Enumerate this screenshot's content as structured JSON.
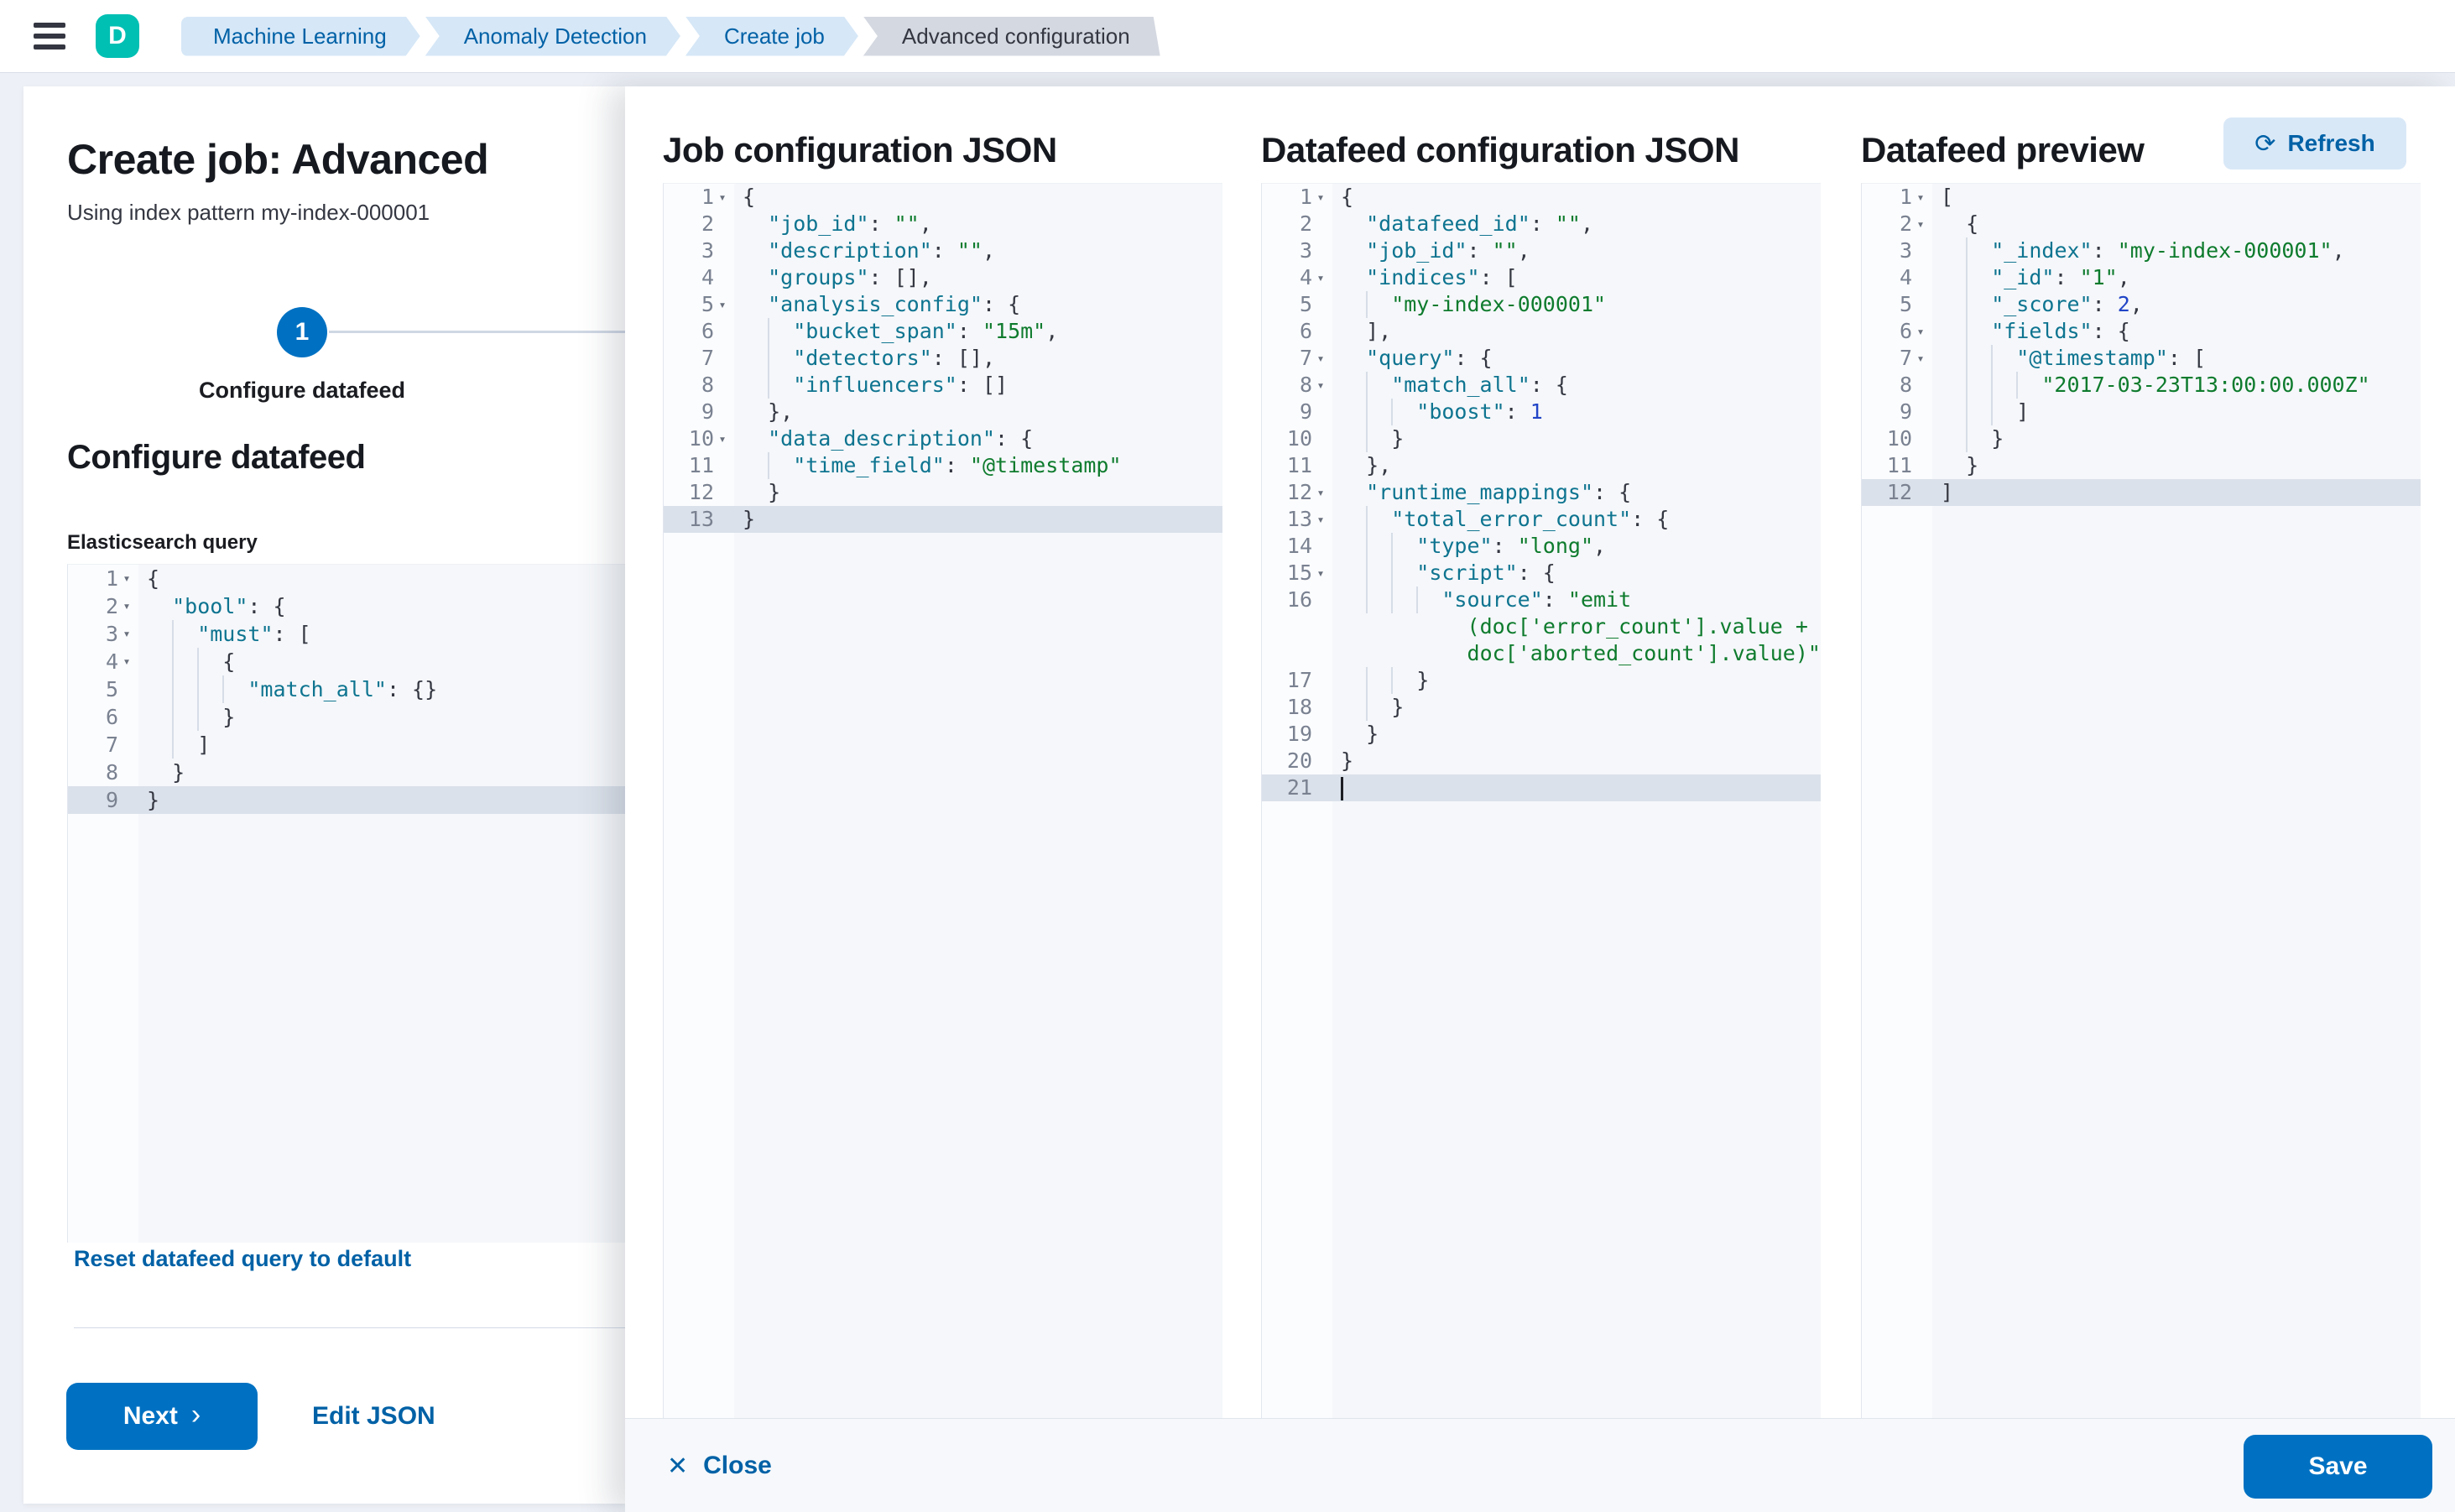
{
  "topbar": {
    "avatar_initial": "D",
    "breadcrumbs": [
      {
        "label": "Machine Learning"
      },
      {
        "label": "Anomaly Detection"
      },
      {
        "label": "Create job"
      },
      {
        "label": "Advanced configuration"
      }
    ]
  },
  "left_panel": {
    "title": "Create job: Advanced",
    "subtitle": "Using index pattern my-index-000001",
    "step": {
      "number": "1",
      "label": "Configure datafeed"
    },
    "section_heading": "Configure datafeed",
    "query_label": "Elasticsearch query",
    "reset_link": "Reset datafeed query to default",
    "next_label": "Next",
    "edit_json_label": "Edit JSON"
  },
  "flyout": {
    "panels": [
      {
        "title": "Job configuration JSON"
      },
      {
        "title": "Datafeed configuration JSON"
      },
      {
        "title": "Datafeed preview"
      }
    ],
    "refresh_label": "Refresh",
    "close_label": "Close",
    "save_label": "Save"
  },
  "colors": {
    "primary_button": "#0071c2",
    "link": "#0061a6",
    "avatar_teal": "#00bfb3",
    "breadcrumb_blue_bg": "#d6e7f7",
    "breadcrumb_gray_bg": "#d4d8e0",
    "json_key": "#0e7490",
    "json_string": "#0e7b2d",
    "json_number": "#2144c7",
    "active_line": "#dbe1ea"
  },
  "editors": {
    "es_query": {
      "active": 9,
      "lines": [
        {
          "n": 1,
          "f": 1,
          "t": "{"
        },
        {
          "n": 2,
          "f": 1,
          "t": "  \"bool\": {"
        },
        {
          "n": 3,
          "f": 1,
          "t": "    \"must\": ["
        },
        {
          "n": 4,
          "f": 1,
          "t": "      {"
        },
        {
          "n": 5,
          "t": "        \"match_all\": {}"
        },
        {
          "n": 6,
          "t": "      }"
        },
        {
          "n": 7,
          "t": "    ]"
        },
        {
          "n": 8,
          "t": "  }"
        },
        {
          "n": 9,
          "t": "}"
        }
      ]
    },
    "job_config": {
      "active": 13,
      "lines": [
        {
          "n": 1,
          "f": 1,
          "t": "{"
        },
        {
          "n": 2,
          "t": "  \"job_id\": \"\","
        },
        {
          "n": 3,
          "t": "  \"description\": \"\","
        },
        {
          "n": 4,
          "t": "  \"groups\": [],"
        },
        {
          "n": 5,
          "f": 1,
          "t": "  \"analysis_config\": {"
        },
        {
          "n": 6,
          "t": "    \"bucket_span\": \"15m\","
        },
        {
          "n": 7,
          "t": "    \"detectors\": [],"
        },
        {
          "n": 8,
          "t": "    \"influencers\": []"
        },
        {
          "n": 9,
          "t": "  },"
        },
        {
          "n": 10,
          "f": 1,
          "t": "  \"data_description\": {"
        },
        {
          "n": 11,
          "t": "    \"time_field\": \"@timestamp\""
        },
        {
          "n": 12,
          "t": "  }"
        },
        {
          "n": 13,
          "t": "}"
        }
      ]
    },
    "datafeed_config": {
      "active": 21,
      "lines": [
        {
          "n": 1,
          "f": 1,
          "t": "{"
        },
        {
          "n": 2,
          "t": "  \"datafeed_id\": \"\","
        },
        {
          "n": 3,
          "t": "  \"job_id\": \"\","
        },
        {
          "n": 4,
          "f": 1,
          "t": "  \"indices\": ["
        },
        {
          "n": 5,
          "t": "    \"my-index-000001\""
        },
        {
          "n": 6,
          "t": "  ],"
        },
        {
          "n": 7,
          "f": 1,
          "t": "  \"query\": {"
        },
        {
          "n": 8,
          "f": 1,
          "t": "    \"match_all\": {"
        },
        {
          "n": 9,
          "t": "      \"boost\": 1"
        },
        {
          "n": 10,
          "t": "    }"
        },
        {
          "n": 11,
          "t": "  },"
        },
        {
          "n": 12,
          "f": 1,
          "t": "  \"runtime_mappings\": {"
        },
        {
          "n": 13,
          "f": 1,
          "t": "    \"total_error_count\": {"
        },
        {
          "n": 14,
          "t": "      \"type\": \"long\","
        },
        {
          "n": 15,
          "f": 1,
          "t": "      \"script\": {"
        },
        {
          "n": 16,
          "t": "        \"source\": \"emit"
        },
        {
          "w": 1,
          "t": "          (doc['error_count'].value +"
        },
        {
          "w": 1,
          "t": "          doc['aborted_count'].value)\""
        },
        {
          "n": 17,
          "t": "      }"
        },
        {
          "n": 18,
          "t": "    }"
        },
        {
          "n": 19,
          "t": "  }"
        },
        {
          "n": 20,
          "t": "}"
        },
        {
          "n": 21,
          "cur": 1,
          "t": ""
        }
      ]
    },
    "datafeed_preview": {
      "active": 12,
      "lines": [
        {
          "n": 1,
          "f": 1,
          "t": "["
        },
        {
          "n": 2,
          "f": 1,
          "t": "  {"
        },
        {
          "n": 3,
          "t": "    \"_index\": \"my-index-000001\","
        },
        {
          "n": 4,
          "t": "    \"_id\": \"1\","
        },
        {
          "n": 5,
          "t": "    \"_score\": 2,"
        },
        {
          "n": 6,
          "f": 1,
          "t": "    \"fields\": {"
        },
        {
          "n": 7,
          "f": 1,
          "t": "      \"@timestamp\": ["
        },
        {
          "n": 8,
          "t": "        \"2017-03-23T13:00:00.000Z\""
        },
        {
          "n": 9,
          "t": "      ]"
        },
        {
          "n": 10,
          "t": "    }"
        },
        {
          "n": 11,
          "t": "  }"
        },
        {
          "n": 12,
          "t": "]"
        }
      ]
    }
  }
}
